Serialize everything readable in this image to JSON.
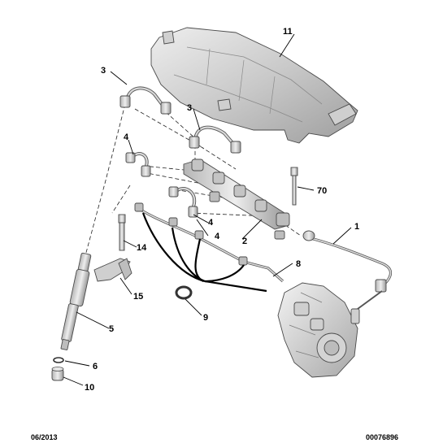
{
  "callouts": [
    {
      "id": "c11",
      "label": "11"
    },
    {
      "id": "c3a",
      "label": "3"
    },
    {
      "id": "c3b",
      "label": "3"
    },
    {
      "id": "c4a",
      "label": "4"
    },
    {
      "id": "c70",
      "label": "70"
    },
    {
      "id": "c4b",
      "label": "4"
    },
    {
      "id": "c4c",
      "label": "4"
    },
    {
      "id": "c1",
      "label": "1"
    },
    {
      "id": "c2",
      "label": "2"
    },
    {
      "id": "c14",
      "label": "14"
    },
    {
      "id": "c8",
      "label": "8"
    },
    {
      "id": "c15",
      "label": "15"
    },
    {
      "id": "c9",
      "label": "9"
    },
    {
      "id": "c5",
      "label": "5"
    },
    {
      "id": "c6",
      "label": "6"
    },
    {
      "id": "c10",
      "label": "10"
    }
  ],
  "footer": {
    "date": "06/2013",
    "reference": "00076896"
  },
  "colors": {
    "part_fill": "#d9d9d9",
    "part_stroke": "#4a4a4a",
    "leader": "#000000"
  }
}
